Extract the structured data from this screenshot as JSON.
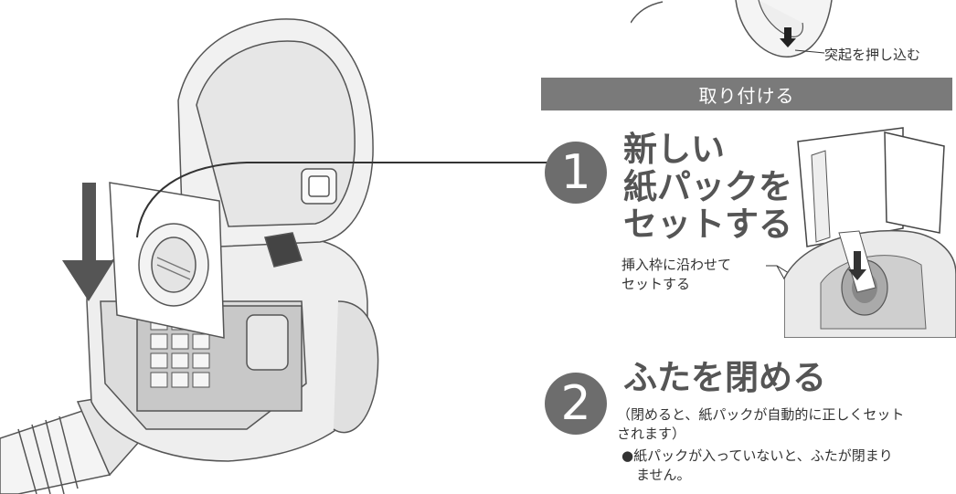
{
  "top_note": "突起を押し込む",
  "section_header": "取り付ける",
  "steps": [
    {
      "number": "1",
      "title_lines": [
        "新しい",
        "紙パックを",
        "セットする"
      ],
      "note_lines": [
        "挿入枠に沿わせて",
        "セットする"
      ]
    },
    {
      "number": "2",
      "title": "ふたを閉める",
      "desc_lines": [
        "（閉めると、紙パックが自動的に正しくセット",
        "されます）"
      ],
      "bullet_lines": [
        "●紙パックが入っていないと、ふたが閉まり",
        "ません。"
      ]
    }
  ],
  "colors": {
    "header_bg": "#7a7a7a",
    "step_circle": "#6d6d6d",
    "title_text": "#555555"
  }
}
